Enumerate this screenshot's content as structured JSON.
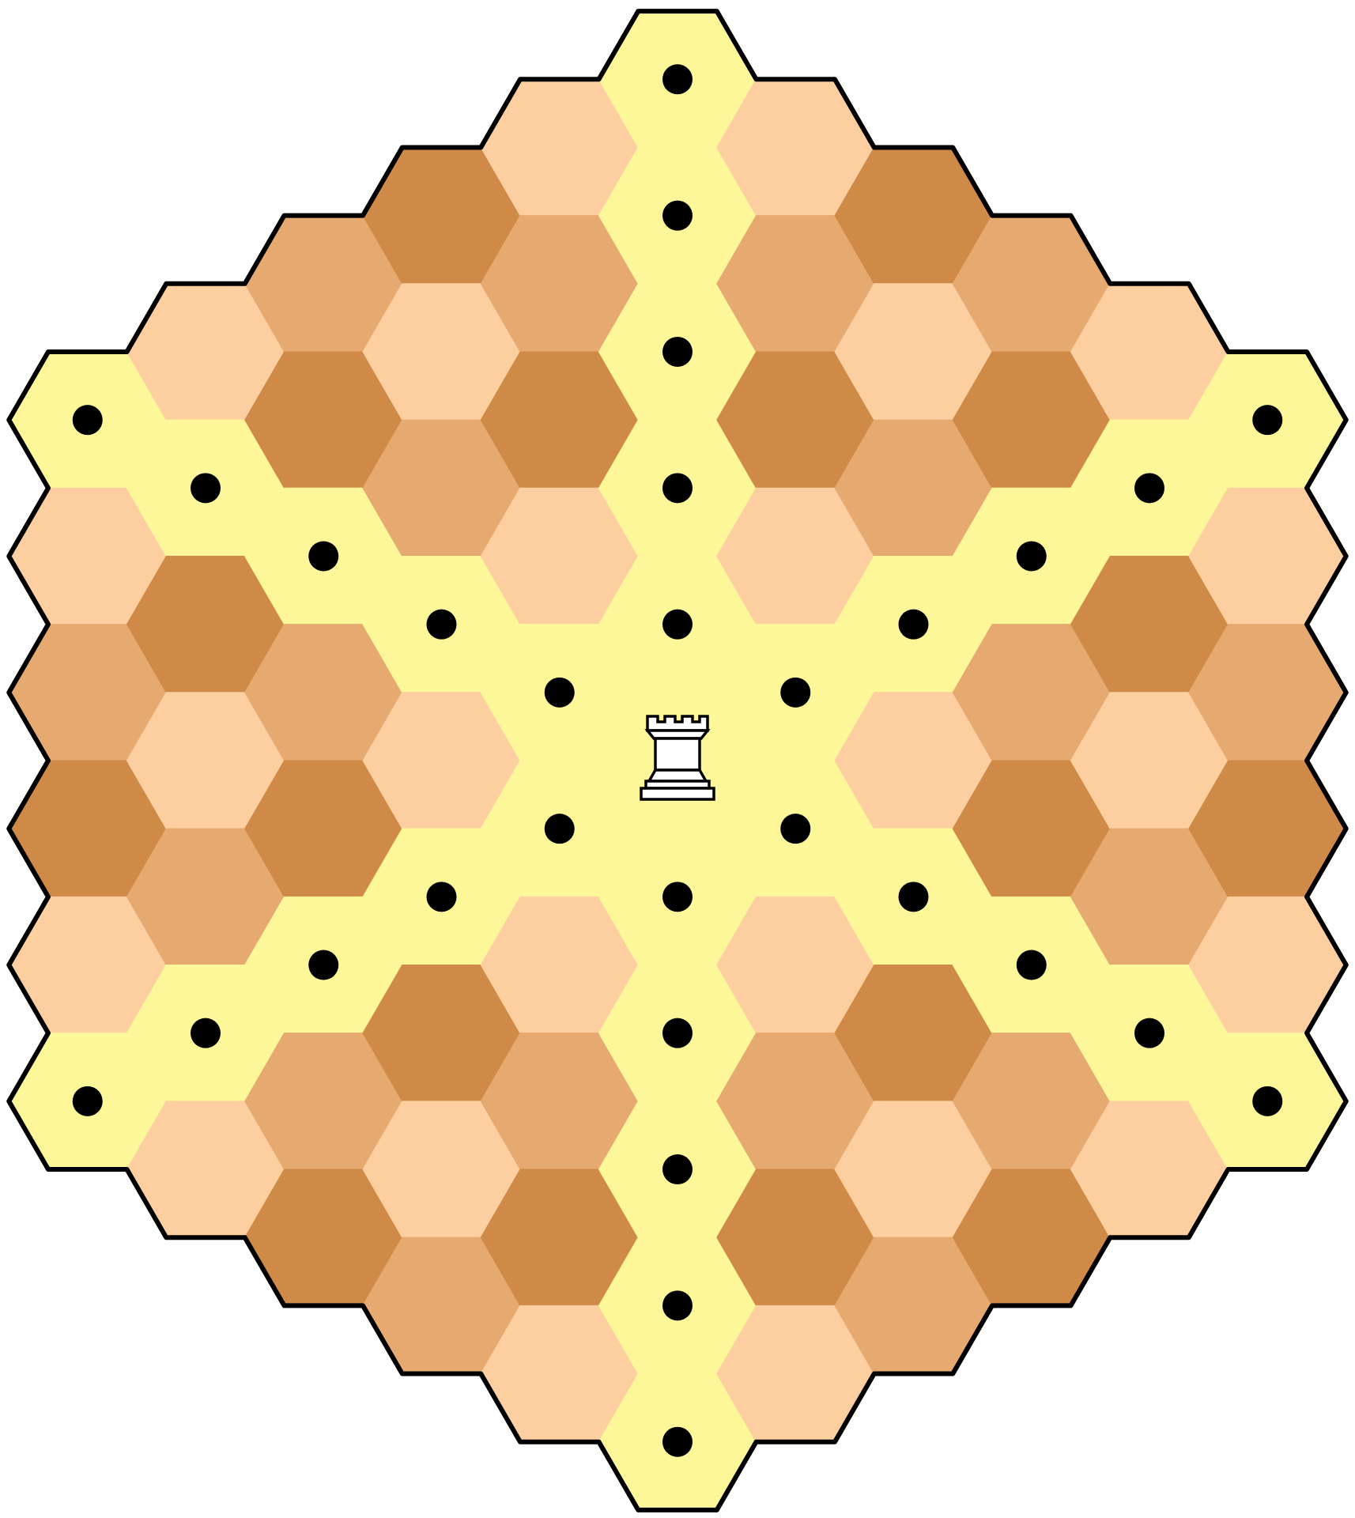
{
  "game": {
    "variant": "Glinski hexagonal chess",
    "board": {
      "layout": "hexagonal",
      "side_length": 6,
      "cell_count": 91,
      "colors": {
        "light": "#fdcfa0",
        "medium": "#e6a970",
        "dark": "#d08a47",
        "highlight": "#fef799",
        "border": "#000000",
        "move_marker": "#000000"
      }
    },
    "piece": {
      "type": "rook",
      "color": "white",
      "cell": "center",
      "icon": "rook-icon"
    },
    "highlighted_moves": {
      "directions": 6,
      "count_per_direction": 5,
      "total": 30
    }
  }
}
